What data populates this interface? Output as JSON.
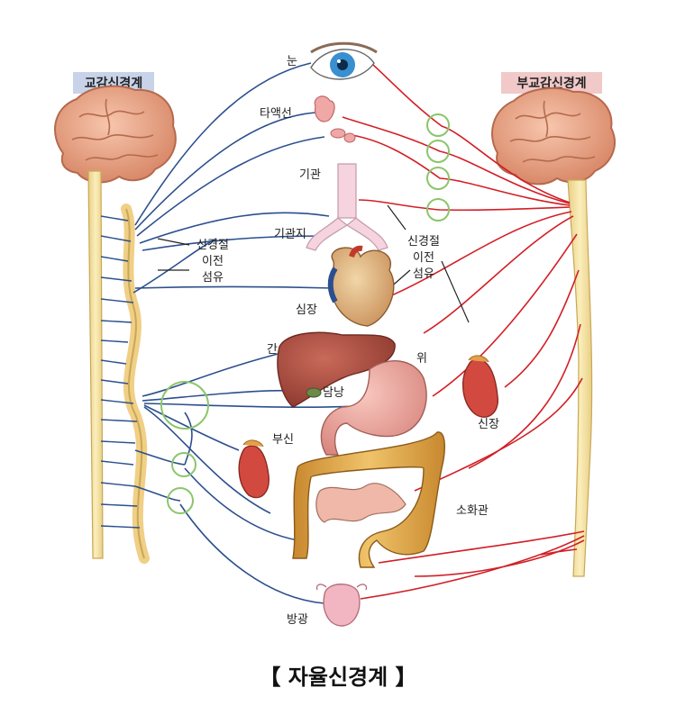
{
  "title": "【 자율신경계 】",
  "systems": {
    "sympathetic": "교감신경계",
    "parasympathetic": "부교감신경계"
  },
  "labels": {
    "eye": "눈",
    "salivary": "타액선",
    "trachea": "기관",
    "bronchi": "기관지",
    "heart": "심장",
    "liver": "간",
    "gallbladder": "담낭",
    "stomach": "위",
    "kidney": "신장",
    "adrenal": "부신",
    "intestine": "소화관",
    "bladder": "방광",
    "pre_left": [
      "신경절",
      "이전",
      "섬유"
    ],
    "pre_right": [
      "신경절",
      "이전",
      "섬유"
    ]
  },
  "colors": {
    "sympathetic_nerve": "#2b4f8e",
    "parasympathetic_nerve": "#d21f26",
    "brain": "#e9a989",
    "spinal_cord": "#f4e0a3",
    "ganglion_ring": "#8cc56b",
    "sym_label_bg": "#c8d3ea",
    "para_label_bg": "#f1c9c9"
  }
}
